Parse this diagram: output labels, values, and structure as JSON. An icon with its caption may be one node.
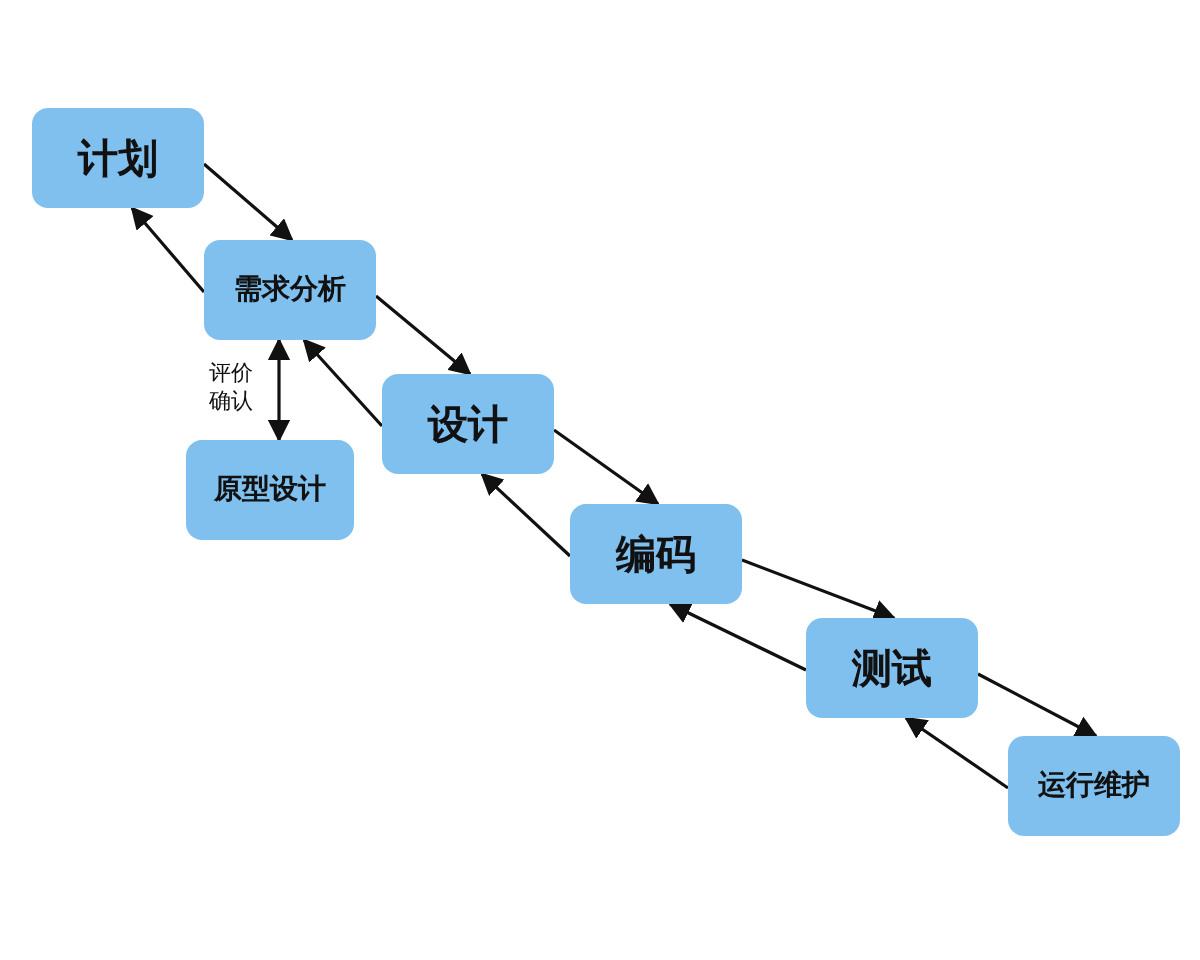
{
  "diagram": {
    "nodes": [
      {
        "text": [
          "计划"
        ]
      },
      {
        "text": [
          "需求分析"
        ]
      },
      {
        "text": [
          "原型设计"
        ]
      },
      {
        "text": [
          "设计"
        ]
      },
      {
        "text": [
          "编码"
        ]
      },
      {
        "text": [
          "测试"
        ]
      },
      {
        "text": [
          "运行维护"
        ]
      }
    ],
    "edges": [
      {
        "from": 0,
        "to": 1,
        "arrow": "to"
      },
      {
        "from": 1,
        "to": 0,
        "arrow": "to"
      },
      {
        "from": 1,
        "to": 2,
        "arrow": "both",
        "label": "评价确认"
      },
      {
        "from": 1,
        "to": 3,
        "arrow": "to"
      },
      {
        "from": 3,
        "to": 1,
        "arrow": "to"
      },
      {
        "from": 3,
        "to": 4,
        "arrow": "to"
      },
      {
        "from": 4,
        "to": 3,
        "arrow": "to"
      },
      {
        "from": 4,
        "to": 5,
        "arrow": "to"
      },
      {
        "from": 5,
        "to": 4,
        "arrow": "to"
      },
      {
        "from": 5,
        "to": 6,
        "arrow": "to"
      },
      {
        "from": 6,
        "to": 5,
        "arrow": "to"
      }
    ]
  }
}
